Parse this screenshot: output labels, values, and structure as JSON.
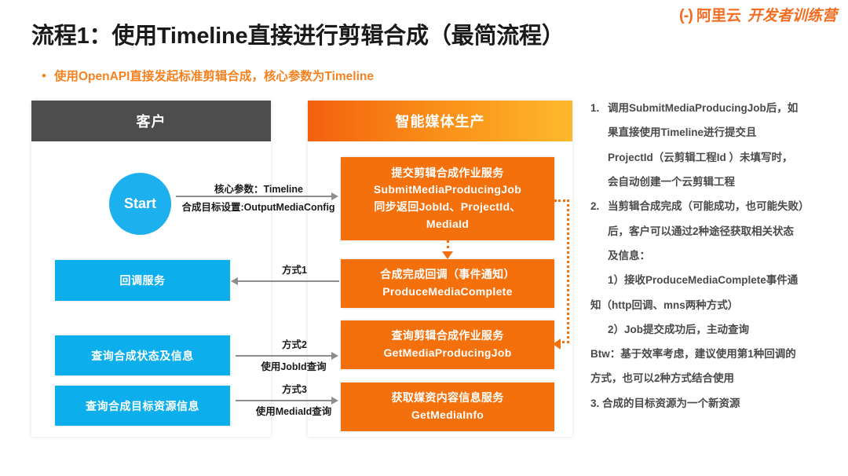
{
  "brand": {
    "mark": "(-)",
    "name": "阿里云",
    "sub": "开发者训练营"
  },
  "title": "流程1：使用Timeline直接进行剪辑合成（最简流程）",
  "bullet": {
    "dot": "•",
    "text": "使用OpenAPI直接发起标准剪辑合成，核心参数为Timeline"
  },
  "diagram": {
    "panels": [
      {
        "key": "customer",
        "header": "客户",
        "header_color": "#4d4d4d"
      },
      {
        "key": "service",
        "header": "智能媒体生产",
        "header_color": "#f4700c"
      }
    ],
    "start_node": "Start",
    "blue_boxes": [
      {
        "key": "callback-service",
        "label": "回调服务"
      },
      {
        "key": "query-status",
        "label": "查询合成状态及信息"
      },
      {
        "key": "query-target",
        "label": "查询合成目标资源信息"
      }
    ],
    "orange_boxes": [
      {
        "key": "submit-job",
        "lines": [
          "提交剪辑合成作业服务",
          "SubmitMediaProducingJob",
          "同步返回JobId、ProjectId、",
          "MediaId"
        ]
      },
      {
        "key": "produce-complete",
        "lines": [
          "合成完成回调（事件通知）",
          "ProduceMediaComplete"
        ]
      },
      {
        "key": "get-job",
        "lines": [
          "查询剪辑合成作业服务",
          "GetMediaProducingJob"
        ]
      },
      {
        "key": "get-media-info",
        "lines": [
          "获取媒资内容信息服务",
          "GetMediaInfo"
        ]
      }
    ],
    "arrows": [
      {
        "key": "start-to-submit",
        "label_top": "核心参数：Timeline",
        "label_bottom": "合成目标设置:OutputMediaConfig"
      },
      {
        "key": "complete-to-callback",
        "label_top": "方式1",
        "label_bottom": ""
      },
      {
        "key": "status-to-getjob",
        "label_top": "方式2",
        "label_bottom": "使用JobId查询"
      },
      {
        "key": "target-to-getmediainfo",
        "label_top": "方式3",
        "label_bottom": "使用MediaId查询"
      }
    ]
  },
  "notes": [
    {
      "marker": "1.",
      "lines": [
        "调用SubmitMediaProducingJob后，如",
        "果直接使用Timeline进行提交且",
        "ProjectId（云剪辑工程Id ）未填写时，",
        "会自动创建一个云剪辑工程"
      ]
    },
    {
      "marker": "2.",
      "lines": [
        "当剪辑合成完成（可能成功，也可能失败）",
        "后，客户可以通过2种途径获取相关状态",
        "及信息："
      ]
    }
  ],
  "notes_sub": [
    "1）接收ProduceMediaComplete事件通",
    "知（http回调、mns两种方式）",
    "2）Job提交成功后，主动查询"
  ],
  "notes_tail": [
    "Btw：基于效率考虑，建议使用第1种回调的",
    "方式，也可以2种方式结合使用",
    "3. 合成的目标资源为一个新资源"
  ],
  "colors": {
    "brand_orange": "#f26d21",
    "bullet_orange": "#f58220",
    "box_orange": "#f4700c",
    "box_blue": "#0daeec",
    "start_blue": "#1cb0ef",
    "header_gray": "#4d4d4d",
    "arrow_gray": "#8d8d8d",
    "note_text": "#4a4a4a"
  }
}
